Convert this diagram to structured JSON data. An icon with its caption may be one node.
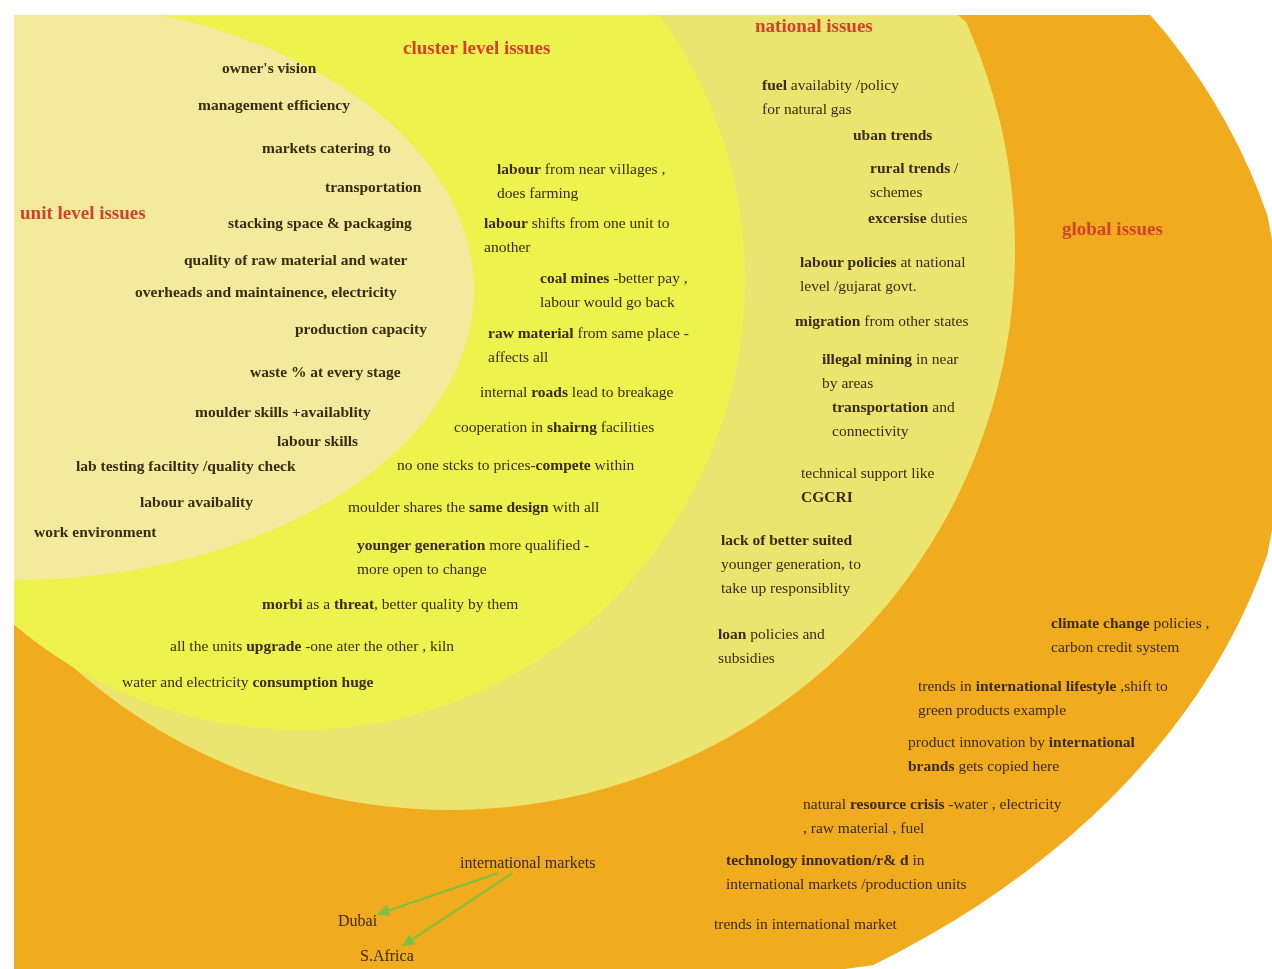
{
  "diagram": {
    "nodes": [
      {
        "text": [
          "global issues"
        ]
      },
      {
        "text": [
          "national issues"
        ],
        "in": 0
      },
      {
        "text": [
          "cluster level issues"
        ],
        "in": 1
      },
      {
        "text": [
          "unit level issues"
        ],
        "in": 2
      },
      {
        "text": [
          "international markets"
        ],
        "in": 0
      },
      {
        "text": [
          "Dubai"
        ],
        "in": 0
      },
      {
        "text": [
          "S.Africa"
        ],
        "in": 0
      }
    ],
    "edges": [
      {
        "from": 4,
        "to": 5,
        "arrow": "to",
        "color": "#7cc242"
      },
      {
        "from": 4,
        "to": 6,
        "arrow": "to",
        "color": "#7cc242"
      }
    ],
    "labels": [
      "owner's vision",
      "management efficiency",
      "markets catering to",
      "transportation",
      "stacking space & packaging",
      "quality of raw material and water",
      "overheads and maintainence, electricity",
      "production capacity",
      "waste % at every stage",
      "moulder skills +availablity",
      "labour skills",
      "lab testing faciltity /quality check",
      "labour avaibality",
      "work environment",
      "**labour** from near villages , does farming",
      "**labour** shifts from one unit to another",
      "**coal mines** -better pay , labour would go back",
      "**raw material** from same place -affects all",
      "internal **roads** lead to breakage",
      "cooperation in **shairng** facilities",
      "no one stcks to prices-**compete** within",
      "moulder shares the **same design** with all",
      "**younger generation** more qualified - more open to change",
      "**morbi** as a **threat**, better quality by them",
      "all the units **upgrade** -one ater the other , kiln",
      "water and electricity **consumption huge**",
      "**fuel** availabity /policy for natural gas",
      "uban trends",
      "**rural trends** / schemes",
      "**excersise** duties",
      "**labour policies** at national level /gujarat govt.",
      "**migration** from other states",
      "**illegal mining** in near by areas",
      "**transportation** and connectivity",
      "technical support like **CGCRI**",
      "**lack of better suited** younger generation, to take up responsiblity",
      "**loan** policies and subsidies",
      "**climate change** policies , carbon credit system",
      "trends in **international lifestyle** ,shift to green products example",
      "product innovation by **international brands** gets copied here",
      "natural **resource crisis** -water , electricity , raw material , fuel",
      "**technology innovation/r& d** in international markets /production units",
      "trends in international market"
    ]
  }
}
